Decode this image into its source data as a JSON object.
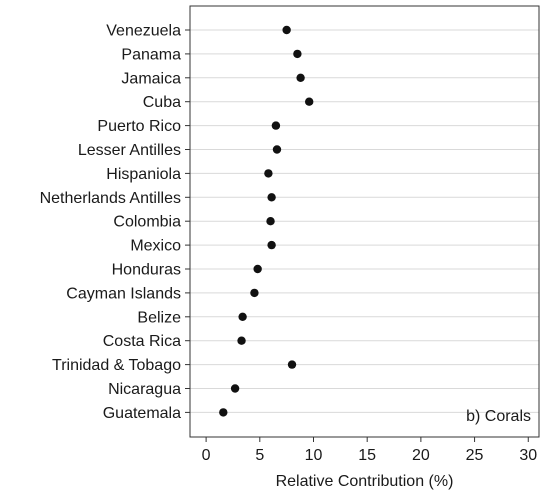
{
  "chart_data": {
    "type": "dot",
    "panel_label": "b) Corals",
    "xlabel": "Relative Contribution (%)",
    "ylabel": "",
    "xlim": [
      -1.5,
      31
    ],
    "xticks": [
      0,
      5,
      10,
      15,
      20,
      25,
      30
    ],
    "categories": [
      "Venezuela",
      "Panama",
      "Jamaica",
      "Cuba",
      "Puerto Rico",
      "Lesser Antilles",
      "Hispaniola",
      "Netherlands Antilles",
      "Colombia",
      "Mexico",
      "Honduras",
      "Cayman Islands",
      "Belize",
      "Costa Rica",
      "Trinidad & Tobago",
      "Nicaragua",
      "Guatemala"
    ],
    "values": [
      7.5,
      8.5,
      8.8,
      9.6,
      6.5,
      6.6,
      5.8,
      6.1,
      6.0,
      6.1,
      4.8,
      4.5,
      3.4,
      3.3,
      8.0,
      2.7,
      1.6
    ],
    "grid": "horizontal",
    "marker_color": "#111111",
    "grid_color": "#d9d9d9",
    "frame_color": "#333333"
  }
}
